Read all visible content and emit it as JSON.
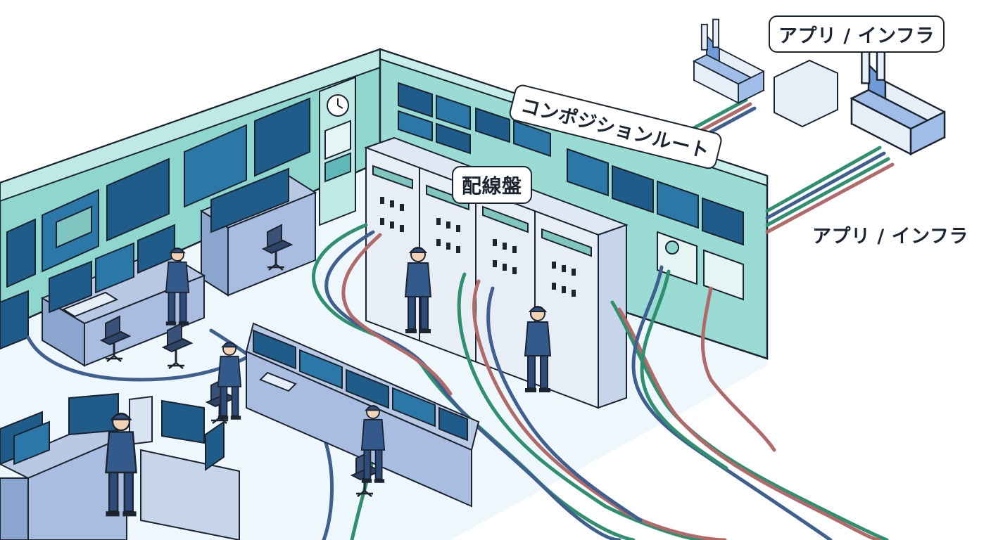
{
  "labels": {
    "infra_top": "アプリ / インフラ",
    "composition_root": "コンポジションルート",
    "wiring_board": "配線盤",
    "infra_right": "アプリ / インフラ"
  },
  "colors": {
    "outline": "#1b2430",
    "wall": "#8fd6cf",
    "wall_dark": "#5fb7b8",
    "floor": "#e8f4fa",
    "desk": "#b7c9e3",
    "screen": "#1f5c8a",
    "uniform": "#345a8c",
    "cable_green": "#2f8f6f",
    "cable_red": "#b06a6a",
    "cable_blue": "#3f5f8f",
    "factory_blue": "#6f9bd6",
    "factory_light": "#e6eef8"
  },
  "icons": [
    "clock-icon",
    "factory-icon",
    "worker-icon",
    "monitor-icon",
    "keyboard-icon",
    "chair-icon"
  ]
}
